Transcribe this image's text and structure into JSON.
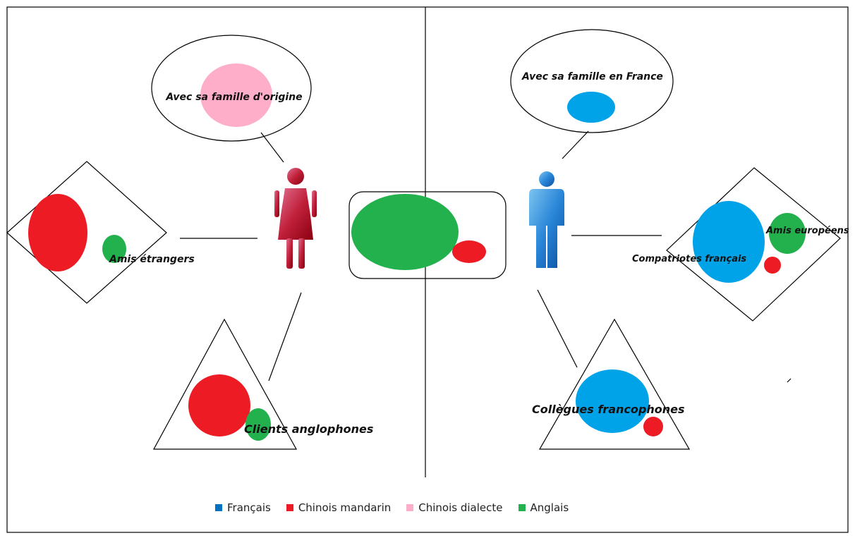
{
  "colors": {
    "francais": "#0070c0",
    "francais_fill": "#00a2e8",
    "chinois_mandarin": "#ed1c24",
    "chinois_dialecte": "#ffaec9",
    "anglais": "#22b14c",
    "woman": "#c00000",
    "man": "#1e73be"
  },
  "left": {
    "family_label": "Avec sa famille d'origine",
    "friends_label": "Amis étrangers",
    "clients_label": "Clients anglophones"
  },
  "right": {
    "family_label": "Avec sa famille en France",
    "friends_label": "Amis européens",
    "compatriots_label": "Compatriotes français",
    "colleagues_label": "Collègues francophones"
  },
  "legend": [
    {
      "label": "Français",
      "color": "#0070c0"
    },
    {
      "label": "Chinois mandarin",
      "color": "#ed1c24"
    },
    {
      "label": "Chinois dialecte",
      "color": "#ffaec9"
    },
    {
      "label": "Anglais",
      "color": "#22b14c"
    }
  ]
}
